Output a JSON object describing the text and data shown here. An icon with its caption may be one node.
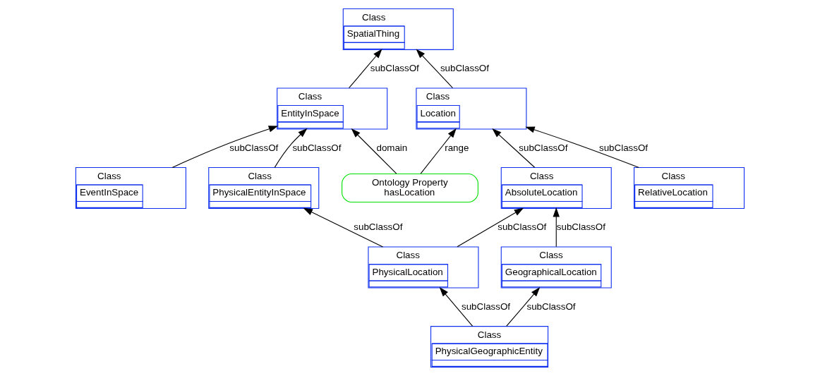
{
  "diagram": {
    "nodes": [
      {
        "text": [
          "Class",
          "SpatialThing"
        ]
      },
      {
        "text": [
          "Class",
          "Location"
        ]
      },
      {
        "text": [
          "Ontology Property",
          "hasLocation"
        ]
      },
      {
        "text": [
          "Class",
          "EntityInSpace"
        ]
      },
      {
        "text": [
          "Class",
          "RelativeLocation"
        ]
      },
      {
        "text": [
          "Class",
          "AbsoluteLocation"
        ]
      },
      {
        "text": [
          "Class",
          "PhysicalEntityInSpace"
        ]
      },
      {
        "text": [
          "Class",
          "EventInSpace"
        ]
      },
      {
        "text": [
          "Class",
          "GeographicalLocation"
        ]
      },
      {
        "text": [
          "Class",
          "PhysicalLocation"
        ]
      },
      {
        "text": [
          "Class",
          "PhysicalGeographicEntity"
        ]
      }
    ],
    "edges": [
      {
        "from": 1,
        "to": 0,
        "arrow": "to",
        "label": "subClassOf"
      },
      {
        "from": 3,
        "to": 0,
        "arrow": "to",
        "label": "subClassOf"
      },
      {
        "from": 2,
        "to": 1,
        "arrow": "to",
        "label": "range"
      },
      {
        "from": 2,
        "to": 3,
        "arrow": "to",
        "label": "domain"
      },
      {
        "from": 4,
        "to": 1,
        "arrow": "to",
        "label": "subClassOf"
      },
      {
        "from": 5,
        "to": 1,
        "arrow": "to",
        "label": "subClassOf"
      },
      {
        "from": 6,
        "to": 3,
        "arrow": "to",
        "label": "subClassOf"
      },
      {
        "from": 7,
        "to": 3,
        "arrow": "to",
        "label": "subClassOf"
      },
      {
        "from": 8,
        "to": 5,
        "arrow": "to",
        "label": "subClassOf"
      },
      {
        "from": 9,
        "to": 5,
        "arrow": "to",
        "label": "subClassOf"
      },
      {
        "from": 9,
        "to": 6,
        "arrow": "to",
        "label": "subClassOf"
      },
      {
        "from": 10,
        "to": 8,
        "arrow": "to",
        "label": "subClassOf"
      },
      {
        "from": 10,
        "to": 9,
        "arrow": "to",
        "label": "subClassOf"
      }
    ]
  }
}
